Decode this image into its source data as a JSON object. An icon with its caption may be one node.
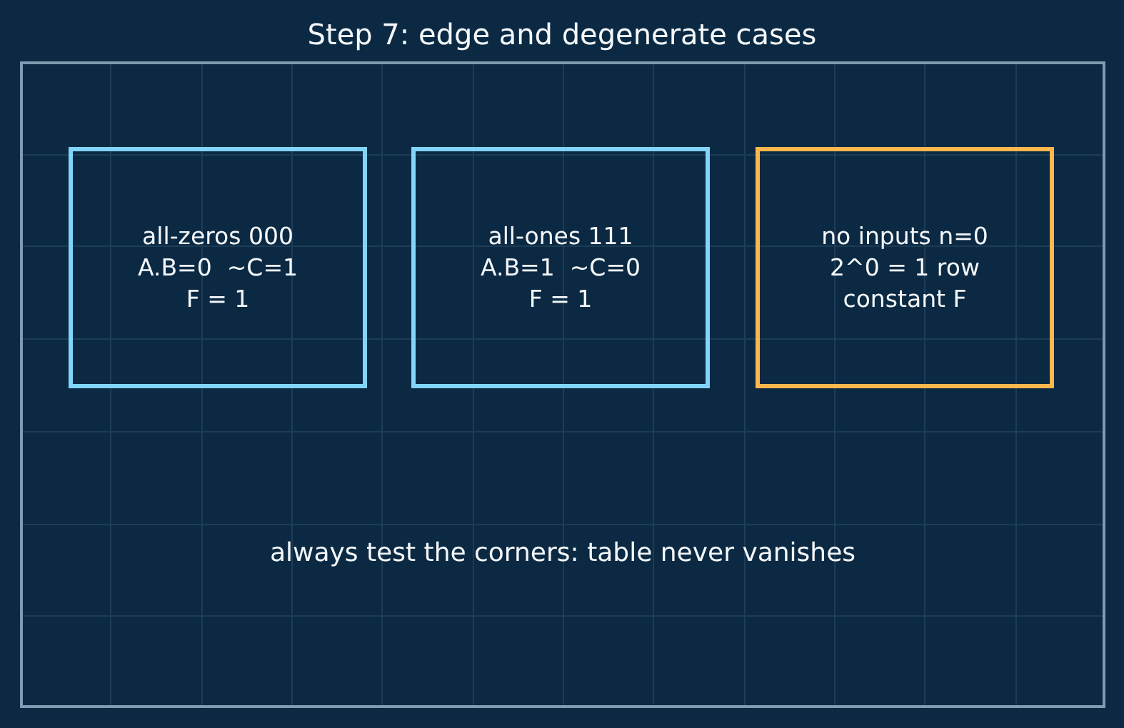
{
  "diagram": {
    "title": "Step 7: edge and degenerate cases",
    "nodes": [
      {
        "text": [
          "always test the corners: table never vanishes"
        ]
      },
      {
        "text": [
          "all-zeros 000",
          "A.B=0  ~C=1",
          "F = 1"
        ],
        "in": 0
      },
      {
        "text": [
          "all-ones 111",
          "A.B=1  ~C=0",
          "F = 1"
        ],
        "in": 0
      },
      {
        "text": [
          "no inputs n=0",
          "2^0 = 1 row",
          "constant F"
        ],
        "in": 0
      }
    ]
  }
}
